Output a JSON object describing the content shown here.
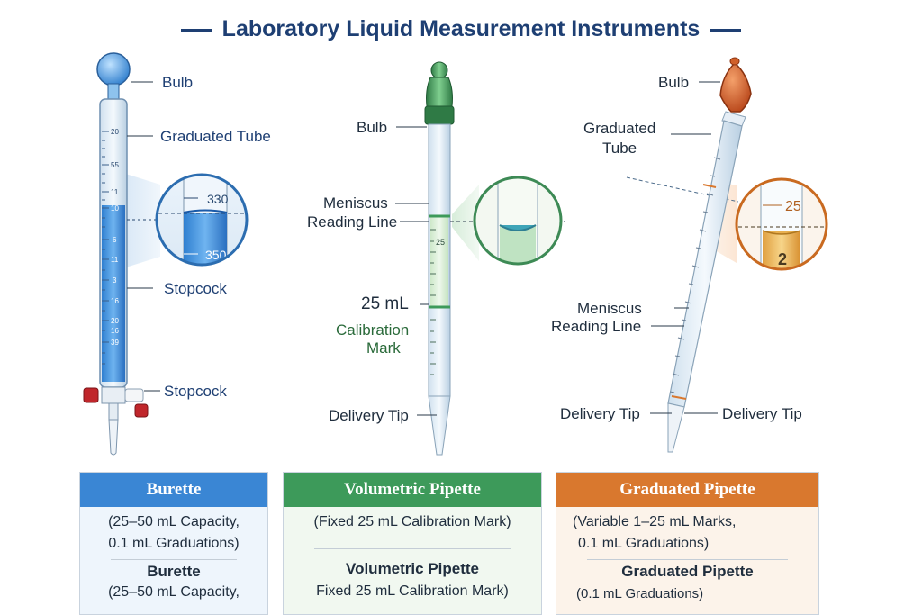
{
  "title": "Laboratory Liquid Measurement Instruments",
  "burette": {
    "bulb": "Bulb",
    "graduated_tube": "Graduated Tube",
    "stopcock_upper": "Stopcock",
    "stopcock_lower": "Stopcock",
    "scale_labels": [
      "20",
      "55",
      "11",
      "10",
      "6",
      "11",
      "3",
      "16",
      "20",
      "16",
      "39"
    ],
    "zoom_top": "330",
    "zoom_bottom": "350"
  },
  "volumetric": {
    "bulb": "Bulb",
    "meniscus": "Meniscus",
    "reading_line": "Reading Line",
    "mark_value": "25 mL",
    "calibration_1": "Calibration",
    "calibration_2": "Mark",
    "delivery_tip": "Delivery Tip",
    "scale_label": "25"
  },
  "graduated": {
    "bulb": "Bulb",
    "graduated_1": "Graduated",
    "graduated_2": "Tube",
    "meniscus": "Meniscus",
    "reading_line": "Reading Line",
    "delivery_tip_left": "Delivery Tip",
    "delivery_tip_right": "Delivery Tip",
    "zoom_top": "25",
    "zoom_bottom": "2"
  },
  "cards": {
    "burette": {
      "header": "Burette",
      "line1": "(25–50 mL Capacity,",
      "line2": "0.1 mL Graduations)",
      "sub": "Burette",
      "line3": "(25–50 mL Capacity,"
    },
    "volumetric": {
      "header": "Volumetric Pipette",
      "line1": "(Fixed 25 mL Calibration Mark)",
      "sub": "Volumetric Pipette",
      "line2": "Fixed 25 mL Calibration Mark)"
    },
    "graduated": {
      "header": "Graduated Pipette",
      "line1": "(Variable 1–25 mL Marks,",
      "line2": "0.1 mL Graduations)",
      "sub": "Graduated Pipette",
      "line3": "(0.1 mL Graduations)"
    }
  },
  "colors": {
    "burette": "#3a86d4",
    "volumetric": "#3d9a5a",
    "graduated": "#d9782e",
    "title": "#1e3f73"
  }
}
